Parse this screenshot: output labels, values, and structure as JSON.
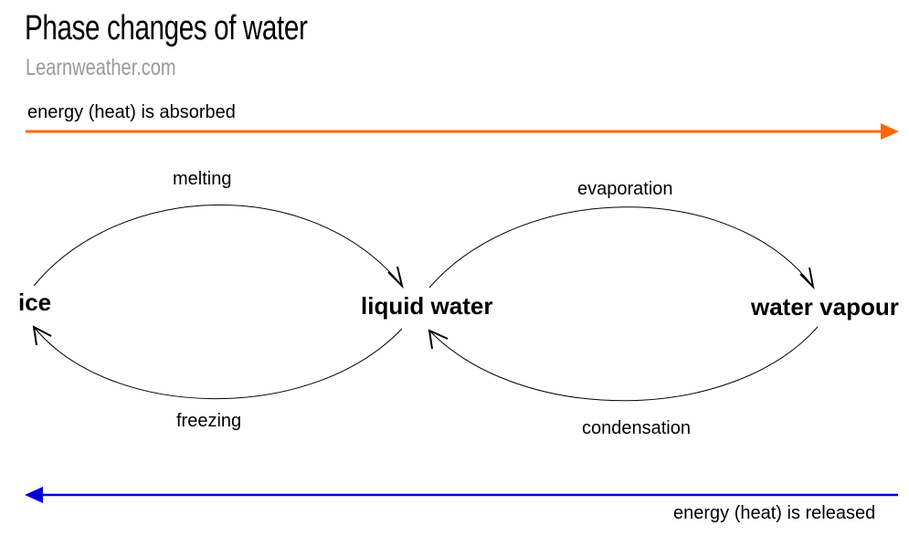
{
  "title": "Phase changes of water",
  "source": "Learnweather.com",
  "arrows": {
    "absorbed_label": "energy (heat) is absorbed",
    "absorbed_color": "#ff6600",
    "released_label": "energy (heat) is released",
    "released_color": "#0000dd"
  },
  "states": {
    "ice": "ice",
    "liquid": "liquid water",
    "vapour": "water vapour"
  },
  "transitions": {
    "melting": "melting",
    "freezing": "freezing",
    "evaporation": "evaporation",
    "condensation": "condensation"
  }
}
